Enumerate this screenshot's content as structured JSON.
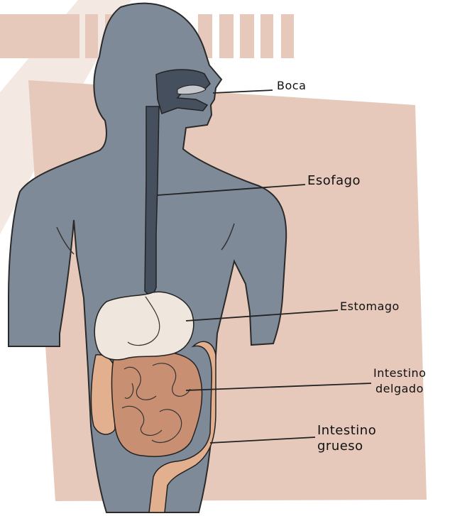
{
  "labels": {
    "boca": "Boca",
    "esofago": "Esofago",
    "estomago": "Estomago",
    "intestino_delgado": [
      "Intestino",
      "delgado"
    ],
    "intestino_grueso": [
      "Intestino",
      "grueso"
    ]
  },
  "colors": {
    "background_panel": "#e6c9bb",
    "background_stripe": "#f2e6e0",
    "body_silhouette": "#7f8a98",
    "esophagus": "#454f5e",
    "stomach": "#efe6dd",
    "small_intestine": "#c98f73",
    "large_intestine": "#e2b08e",
    "leader_lines": "#222222"
  }
}
